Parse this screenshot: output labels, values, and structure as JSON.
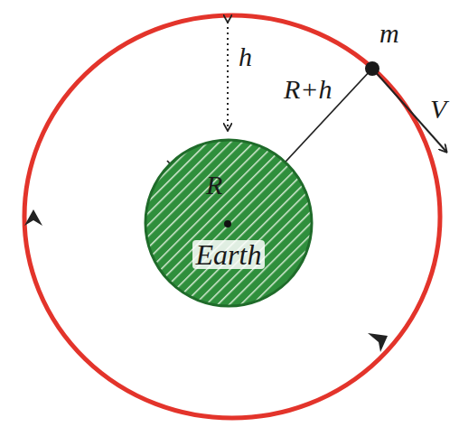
{
  "diagram": {
    "nodes": [
      {
        "text": [
          "Earth"
        ]
      }
    ],
    "labels": [
      "h",
      "R",
      "R+h",
      "m",
      "V"
    ]
  }
}
